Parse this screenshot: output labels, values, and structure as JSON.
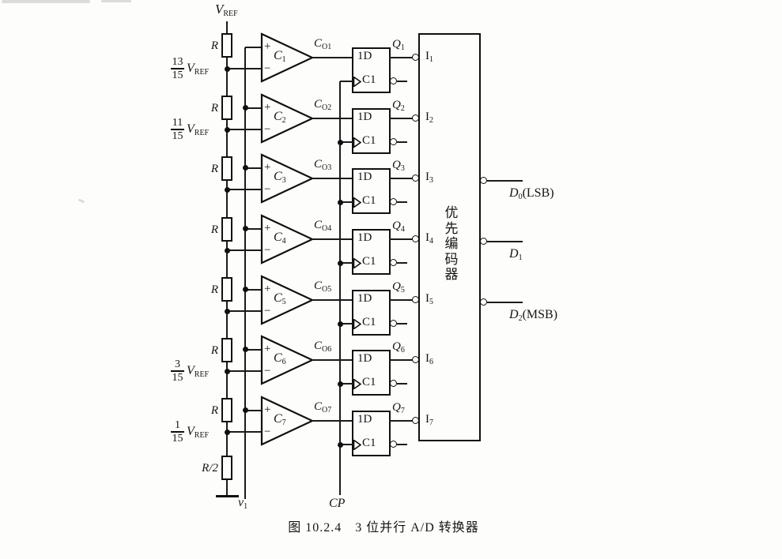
{
  "figure": {
    "caption": "图 10.2.4　3 位并行 A/D 转换器"
  },
  "labels": {
    "v_ref_top": {
      "main": "V",
      "sub": "REF"
    },
    "v_ref": {
      "main": "V",
      "sub": "REF"
    },
    "v_in": {
      "main": "v",
      "sub": "1"
    },
    "cp": "CP",
    "plus": "+",
    "minus": "−",
    "comp_main": "C",
    "q_main": "Q",
    "i_main": "I",
    "ff_d": "1D",
    "ff_c": "C1"
  },
  "ladder": {
    "resistors": [
      "R",
      "R",
      "R",
      "R",
      "R",
      "R",
      "R",
      "R/2"
    ]
  },
  "rows": [
    {
      "comp_sub": "1",
      "out_sub": "O1",
      "q_sub": "1",
      "i_sub": "1",
      "tap": {
        "num": "13",
        "den": "15"
      }
    },
    {
      "comp_sub": "2",
      "out_sub": "O2",
      "q_sub": "2",
      "i_sub": "2",
      "tap": {
        "num": "11",
        "den": "15"
      }
    },
    {
      "comp_sub": "3",
      "out_sub": "O3",
      "q_sub": "3",
      "i_sub": "3",
      "tap": null
    },
    {
      "comp_sub": "4",
      "out_sub": "O4",
      "q_sub": "4",
      "i_sub": "4",
      "tap": null
    },
    {
      "comp_sub": "5",
      "out_sub": "O5",
      "q_sub": "5",
      "i_sub": "5",
      "tap": null
    },
    {
      "comp_sub": "6",
      "out_sub": "O6",
      "q_sub": "6",
      "i_sub": "6",
      "tap": {
        "num": "3",
        "den": "15"
      }
    },
    {
      "comp_sub": "7",
      "out_sub": "O7",
      "q_sub": "7",
      "i_sub": "7",
      "tap": {
        "num": "1",
        "den": "15"
      }
    }
  ],
  "encoder": {
    "label": "优先编码器"
  },
  "outputs": [
    {
      "main": "D",
      "sub": "0",
      "suffix": "(LSB)"
    },
    {
      "main": "D",
      "sub": "1",
      "suffix": ""
    },
    {
      "main": "D",
      "sub": "2",
      "suffix": "(MSB)"
    }
  ]
}
